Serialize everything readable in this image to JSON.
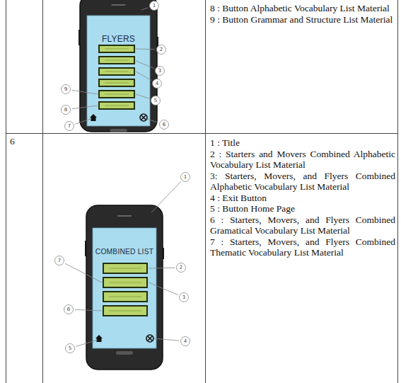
{
  "diagram": {
    "nodes": [
      {
        "text": [
          "FLYERS"
        ]
      },
      {
        "text": [
          "COMBINED LIST"
        ]
      }
    ],
    "labels": [
      "1",
      "2",
      "3",
      "4",
      "5",
      "6",
      "7",
      "8",
      "9",
      "8 : Button Alphabetic Vocabulary List Material",
      "9 : Button Grammar and Structure List Material",
      "6",
      "1",
      "2",
      "3",
      "4",
      "5",
      "6",
      "7",
      "1 : Title",
      "2 : Starters and Movers Combined Alphabetic Vocabulary List Material",
      "3: Starters, Movers, and Flyers Combined Alphabetic Vocabulary List Material",
      "4 : Exit Button",
      "5 : Button Home Page",
      "6 : Starters, Movers, and Flyers Combined Gramatical Vocabulary List Material",
      "7 : Starters, Movers, and Flyers Combined Thematic Vocabulary List Material"
    ]
  }
}
